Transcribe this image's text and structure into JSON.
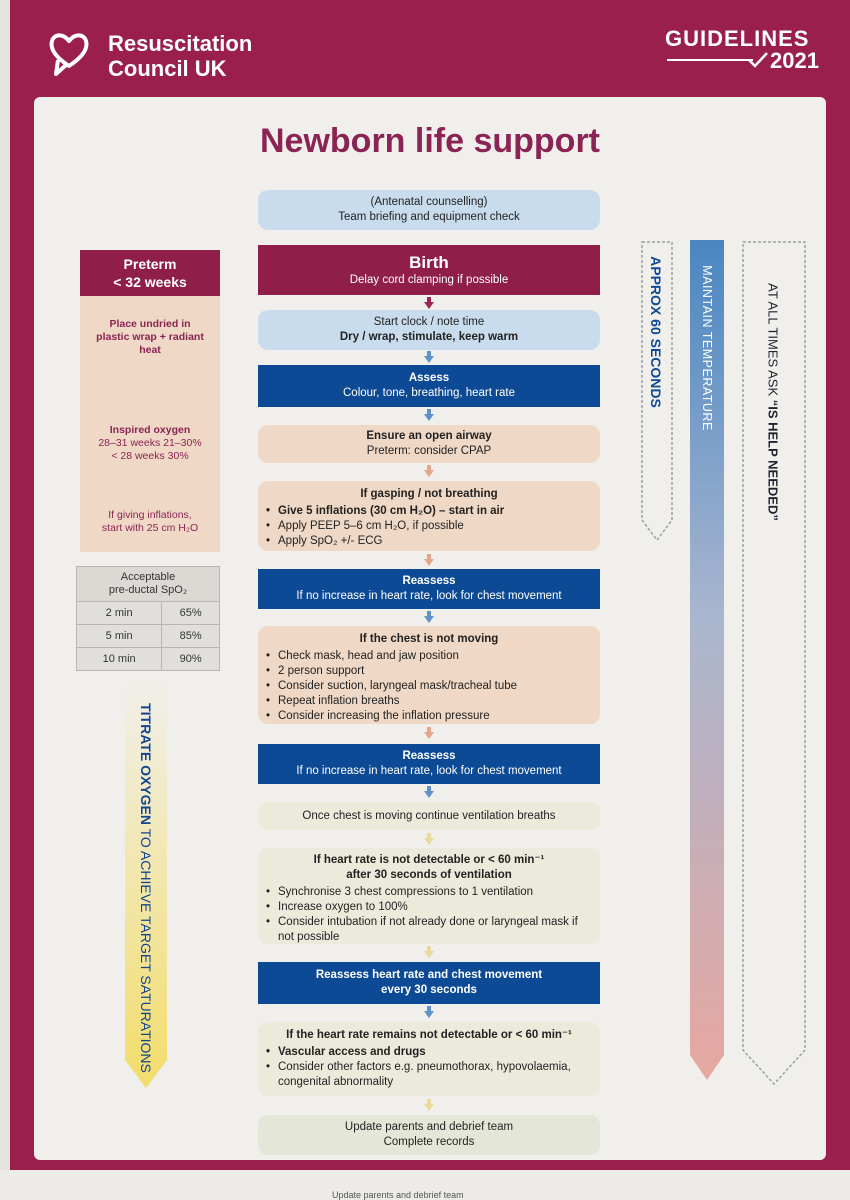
{
  "header": {
    "org_line1": "Resuscitation",
    "org_line2": "Council UK",
    "guidelines_title": "GUIDELINES",
    "guidelines_year": "2021",
    "logo_icon": "heart-speech-icon",
    "brand_color": "#9a1f4c"
  },
  "title": "Newborn life support",
  "flow": {
    "antenatal": {
      "line1": "(Antenatal counselling)",
      "line2": "Team briefing and equipment check"
    },
    "birth": {
      "title": "Birth",
      "sub": "Delay cord clamping if possible"
    },
    "clock": {
      "line1": "Start clock / note time",
      "line2": "Dry  / wrap, stimulate, keep warm"
    },
    "assess": {
      "title": "Assess",
      "sub": "Colour, tone, breathing, heart rate"
    },
    "airway": {
      "title": "Ensure an open airway",
      "sub": "Preterm: consider CPAP"
    },
    "gasping": {
      "title": "If gasping / not breathing",
      "item1": "Give 5 inflations (30 cm H₂O) – start in air",
      "item2": "Apply PEEP 5–6 cm H₂O, if possible",
      "item3": "Apply SpO₂ +/- ECG"
    },
    "reassess1": {
      "title": "Reassess",
      "sub": "If no increase in heart rate, look for chest movement"
    },
    "chest": {
      "title": "If the chest is not moving",
      "items": [
        "Check mask, head and jaw position",
        "2 person support",
        "Consider suction, laryngeal mask/tracheal tube",
        "Repeat inflation breaths",
        "Consider increasing the inflation pressure"
      ]
    },
    "reassess2": {
      "title": "Reassess",
      "sub": "If no increase in heart rate, look for chest movement"
    },
    "continue": {
      "text": "Once chest is moving continue ventilation breaths"
    },
    "hr": {
      "title1": "If heart rate is not detectable or < 60 min⁻¹",
      "title2": "after 30 seconds of ventilation",
      "items": [
        "Synchronise 3 chest compressions to 1 ventilation",
        "Increase oxygen to 100%",
        "Consider intubation if not already done or laryngeal mask if not possible"
      ]
    },
    "reassess3": {
      "line1": "Reassess heart rate and chest movement",
      "line2": "every 30 seconds"
    },
    "remains": {
      "title": "If the heart rate remains not detectable or < 60 min⁻¹",
      "item1": "Vascular access and drugs",
      "item2": "Consider other factors e.g. pneumothorax, hypovolaemia, congenital abnormality"
    },
    "update": {
      "line1": "Update parents and debrief team",
      "line2": "Complete records"
    }
  },
  "preterm": {
    "title_line1": "Preterm",
    "title_line2": "< 32 weeks",
    "wrap": "Place undried in plastic wrap + radiant heat",
    "oxygen_title": "Inspired oxygen",
    "oxygen_line1": "28–31 weeks 21–30%",
    "oxygen_line2": "< 28 weeks 30%",
    "inflation_line1": "If giving inflations,",
    "inflation_line2": "start with 25 cm H₂O"
  },
  "saturation_table": {
    "header_line1": "Acceptable",
    "header_line2": "pre-ductal SpO₂",
    "rows": [
      {
        "time": "2 min",
        "value": "65%"
      },
      {
        "time": "5 min",
        "value": "85%"
      },
      {
        "time": "10 min",
        "value": "90%"
      }
    ]
  },
  "titrate": {
    "bold": "TITRATE OXYGEN",
    "rest": " TO ACHIEVE TARGET SATURATIONS"
  },
  "side_arrows": {
    "approx": "APPROX 60 SECONDS",
    "temperature": "MAINTAIN TEMPERATURE",
    "help_prefix": "AT ALL TIMES ASK ",
    "help_bold": "“IS HELP NEEDED”"
  },
  "footer_partial": "Update parents and debrief team"
}
